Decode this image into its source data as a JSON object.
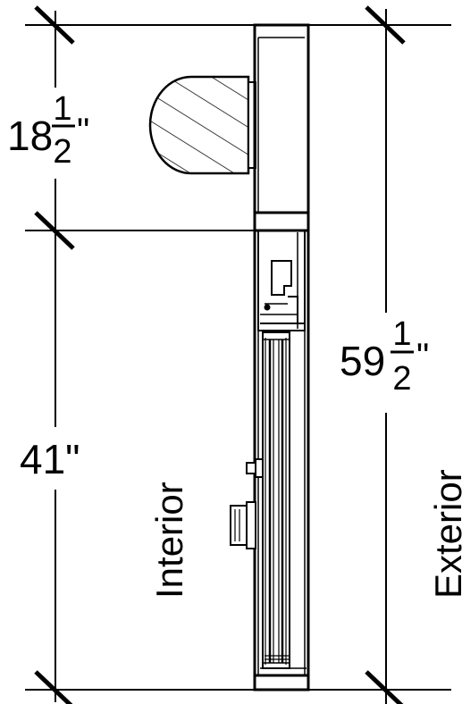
{
  "dimensions": {
    "top": {
      "whole": "18",
      "numerator": "1",
      "denominator": "2",
      "unit": "\""
    },
    "bottom": {
      "text": "41\""
    },
    "overall": {
      "whole": "59",
      "numerator": "1",
      "denominator": "2",
      "unit": "\""
    }
  },
  "labels": {
    "interior": "Interior",
    "exterior": "Exterior"
  },
  "colors": {
    "line": "#000000",
    "background": "#ffffff"
  }
}
